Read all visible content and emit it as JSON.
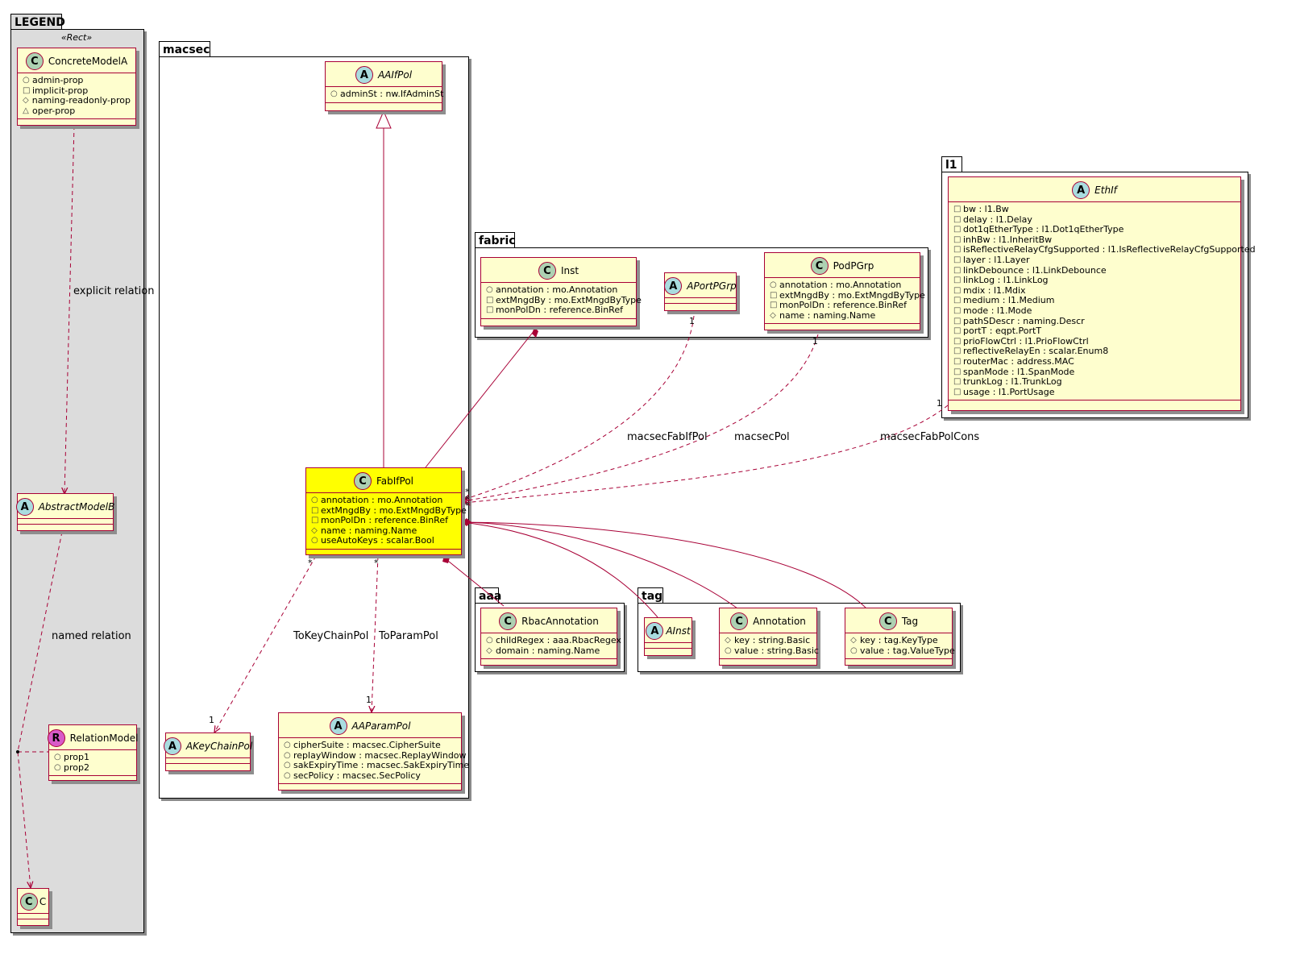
{
  "legend": {
    "title": "LEGEND",
    "stereotype": "«Rect»",
    "concrete": {
      "name": "ConcreteModelA",
      "attrs": [
        {
          "vis": "public",
          "text": "admin-prop"
        },
        {
          "vis": "private",
          "text": "implicit-prop"
        },
        {
          "vis": "protected",
          "text": "naming-readonly-prop"
        },
        {
          "vis": "package",
          "text": "oper-prop"
        }
      ]
    },
    "abstract": {
      "name": "AbstractModelB"
    },
    "relation": {
      "name": "RelationModel",
      "attrs": [
        {
          "vis": "public",
          "text": "prop1"
        },
        {
          "vis": "public",
          "text": "prop2"
        }
      ]
    },
    "c": {
      "name": "C"
    },
    "explicit_label": "explicit relation",
    "named_label": "named relation"
  },
  "packages": {
    "macsec": "macsec",
    "fabric": "fabric",
    "l1": "l1",
    "aaa": "aaa",
    "tag": "tag"
  },
  "classes": {
    "aaifpol": {
      "name": "AAIfPol",
      "attrs": [
        {
          "vis": "public",
          "text": "adminSt : nw.IfAdminSt"
        }
      ]
    },
    "fabifpol": {
      "name": "FabIfPol",
      "attrs": [
        {
          "vis": "public",
          "text": "annotation : mo.Annotation"
        },
        {
          "vis": "private",
          "text": "extMngdBy : mo.ExtMngdByType"
        },
        {
          "vis": "private",
          "text": "monPolDn : reference.BinRef"
        },
        {
          "vis": "protected",
          "text": "name : naming.Name"
        },
        {
          "vis": "public",
          "text": "useAutoKeys : scalar.Bool"
        }
      ]
    },
    "akeychainpol": {
      "name": "AKeyChainPol"
    },
    "aaparampol": {
      "name": "AAParamPol",
      "attrs": [
        {
          "vis": "public",
          "text": "cipherSuite : macsec.CipherSuite"
        },
        {
          "vis": "public",
          "text": "replayWindow : macsec.ReplayWindow"
        },
        {
          "vis": "public",
          "text": "sakExpiryTime : macsec.SakExpiryTime"
        },
        {
          "vis": "public",
          "text": "secPolicy : macsec.SecPolicy"
        }
      ]
    },
    "inst": {
      "name": "Inst",
      "attrs": [
        {
          "vis": "public",
          "text": "annotation : mo.Annotation"
        },
        {
          "vis": "private",
          "text": "extMngdBy : mo.ExtMngdByType"
        },
        {
          "vis": "private",
          "text": "monPolDn : reference.BinRef"
        }
      ]
    },
    "aportpgrp": {
      "name": "APortPGrp"
    },
    "podpgrp": {
      "name": "PodPGrp",
      "attrs": [
        {
          "vis": "public",
          "text": "annotation : mo.Annotation"
        },
        {
          "vis": "private",
          "text": "extMngdBy : mo.ExtMngdByType"
        },
        {
          "vis": "private",
          "text": "monPolDn : reference.BinRef"
        },
        {
          "vis": "protected",
          "text": "name : naming.Name"
        }
      ]
    },
    "ethif": {
      "name": "EthIf",
      "attrs": [
        {
          "vis": "private",
          "text": "bw : l1.Bw"
        },
        {
          "vis": "private",
          "text": "delay : l1.Delay"
        },
        {
          "vis": "private",
          "text": "dot1qEtherType : l1.Dot1qEtherType"
        },
        {
          "vis": "private",
          "text": "inhBw : l1.InheritBw"
        },
        {
          "vis": "private",
          "text": "isReflectiveRelayCfgSupported : l1.IsReflectiveRelayCfgSupported"
        },
        {
          "vis": "private",
          "text": "layer : l1.Layer"
        },
        {
          "vis": "private",
          "text": "linkDebounce : l1.LinkDebounce"
        },
        {
          "vis": "private",
          "text": "linkLog : l1.LinkLog"
        },
        {
          "vis": "private",
          "text": "mdix : l1.Mdix"
        },
        {
          "vis": "private",
          "text": "medium : l1.Medium"
        },
        {
          "vis": "private",
          "text": "mode : l1.Mode"
        },
        {
          "vis": "private",
          "text": "pathSDescr : naming.Descr"
        },
        {
          "vis": "private",
          "text": "portT : eqpt.PortT"
        },
        {
          "vis": "private",
          "text": "prioFlowCtrl : l1.PrioFlowCtrl"
        },
        {
          "vis": "private",
          "text": "reflectiveRelayEn : scalar.Enum8"
        },
        {
          "vis": "private",
          "text": "routerMac : address.MAC"
        },
        {
          "vis": "private",
          "text": "spanMode : l1.SpanMode"
        },
        {
          "vis": "private",
          "text": "trunkLog : l1.TrunkLog"
        },
        {
          "vis": "private",
          "text": "usage : l1.PortUsage"
        }
      ]
    },
    "rbacannotation": {
      "name": "RbacAnnotation",
      "attrs": [
        {
          "vis": "public",
          "text": "childRegex : aaa.RbacRegex"
        },
        {
          "vis": "protected",
          "text": "domain : naming.Name"
        }
      ]
    },
    "ainst": {
      "name": "AInst"
    },
    "annotation": {
      "name": "Annotation",
      "attrs": [
        {
          "vis": "protected",
          "text": "key : string.Basic"
        },
        {
          "vis": "public",
          "text": "value : string.Basic"
        }
      ]
    },
    "tag": {
      "name": "Tag",
      "attrs": [
        {
          "vis": "protected",
          "text": "key : tag.KeyType"
        },
        {
          "vis": "public",
          "text": "value : tag.ValueType"
        }
      ]
    }
  },
  "edge_labels": {
    "macsecFabIfPol": "macsecFabIfPol",
    "macsecPol": "macsecPol",
    "macsecFabPolCons": "macsecFabPolCons",
    "toKeyChainPol": "ToKeyChainPol",
    "toParamPol": "ToParamPol"
  },
  "multiplicities": {
    "one": "1",
    "many": "*"
  },
  "icons": {
    "concrete": "C",
    "abstract": "A",
    "relation": "R"
  },
  "colors": {
    "class_fill": "#fefece",
    "class_border": "#a80036",
    "highlight_fill": "#ffff00",
    "legend_fill": "#dcdcdc",
    "concrete_icon": "#add1b2",
    "abstract_icon": "#a9dcdf",
    "relation_icon": "#d85ac8"
  }
}
